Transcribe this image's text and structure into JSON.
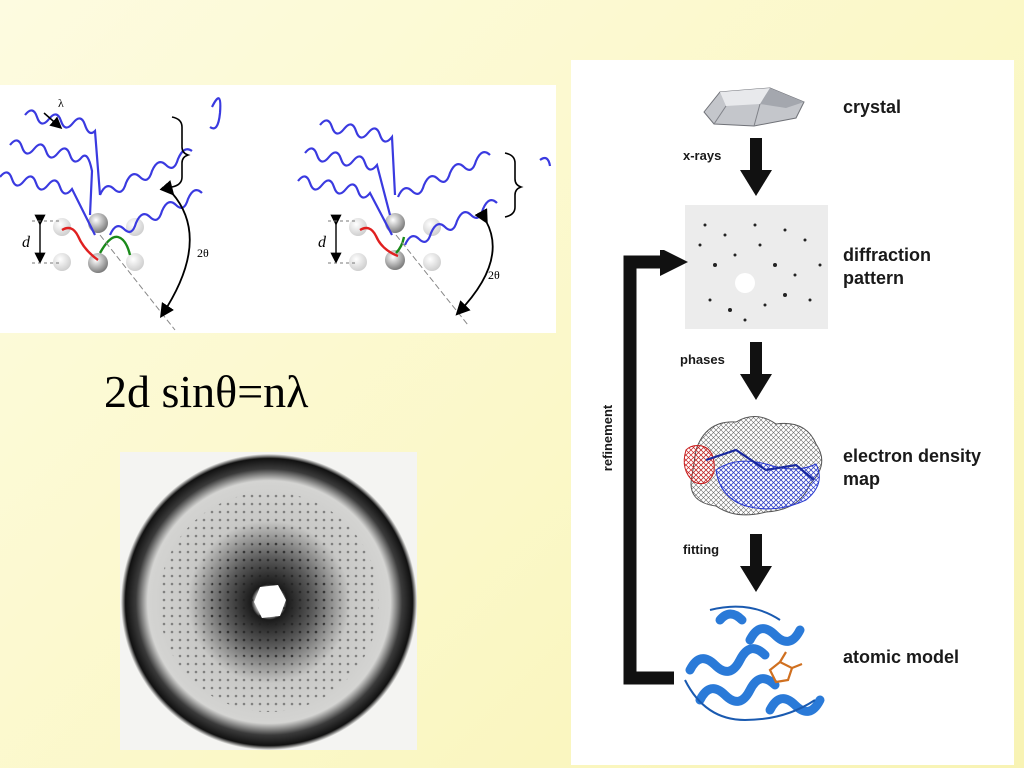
{
  "bragg": {
    "left": {
      "lambda_label": "λ",
      "d_label": "d",
      "angle_label": "2θ"
    },
    "right": {
      "d_label": "d",
      "angle_label": "2θ"
    }
  },
  "equation": "2d sinθ=nλ",
  "workflow": {
    "steps": [
      "crystal",
      "diffraction pattern",
      "electron density map",
      "atomic model"
    ],
    "transitions": [
      "x-rays",
      "phases",
      "fitting"
    ],
    "feedback": "refinement"
  },
  "colors": {
    "background": "#fbf8c8",
    "wave": "#3a3ae0",
    "path_red": "#e02020",
    "path_green": "#1a8a1a",
    "arrow": "#111111",
    "map_blue": "#2a3ad0",
    "map_red": "#c81e1e",
    "model_blue": "#2a7ad8"
  }
}
